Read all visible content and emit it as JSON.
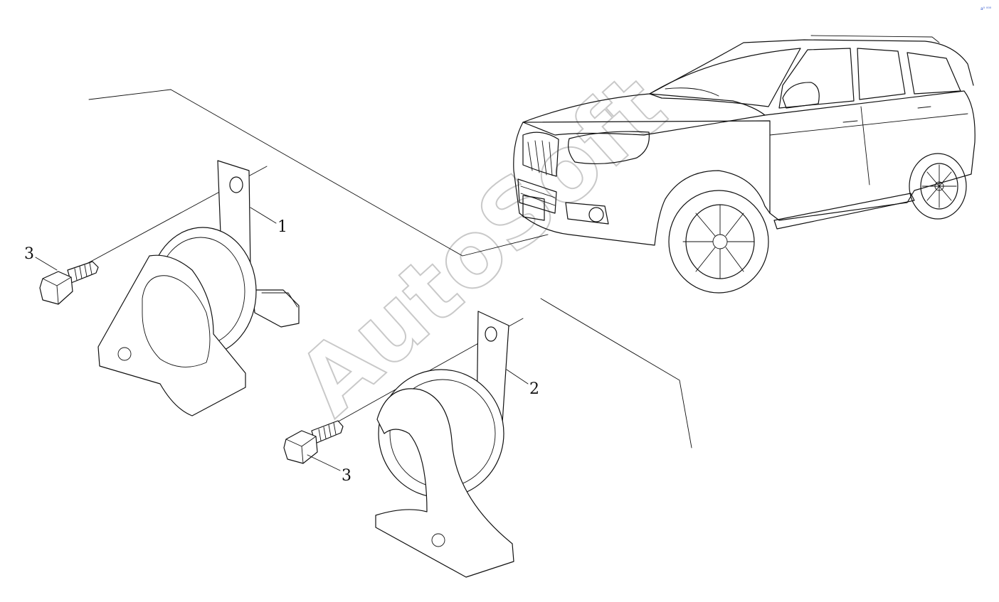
{
  "watermark": "AutoSoft",
  "corner_mark": "a⁰ ⁰⁰⁰",
  "callouts": {
    "part_1": "1",
    "part_2": "2",
    "bolt_upper": "3",
    "bolt_lower": "3"
  },
  "colors": {
    "line": "#111111",
    "watermark": "#c9c9c9"
  }
}
